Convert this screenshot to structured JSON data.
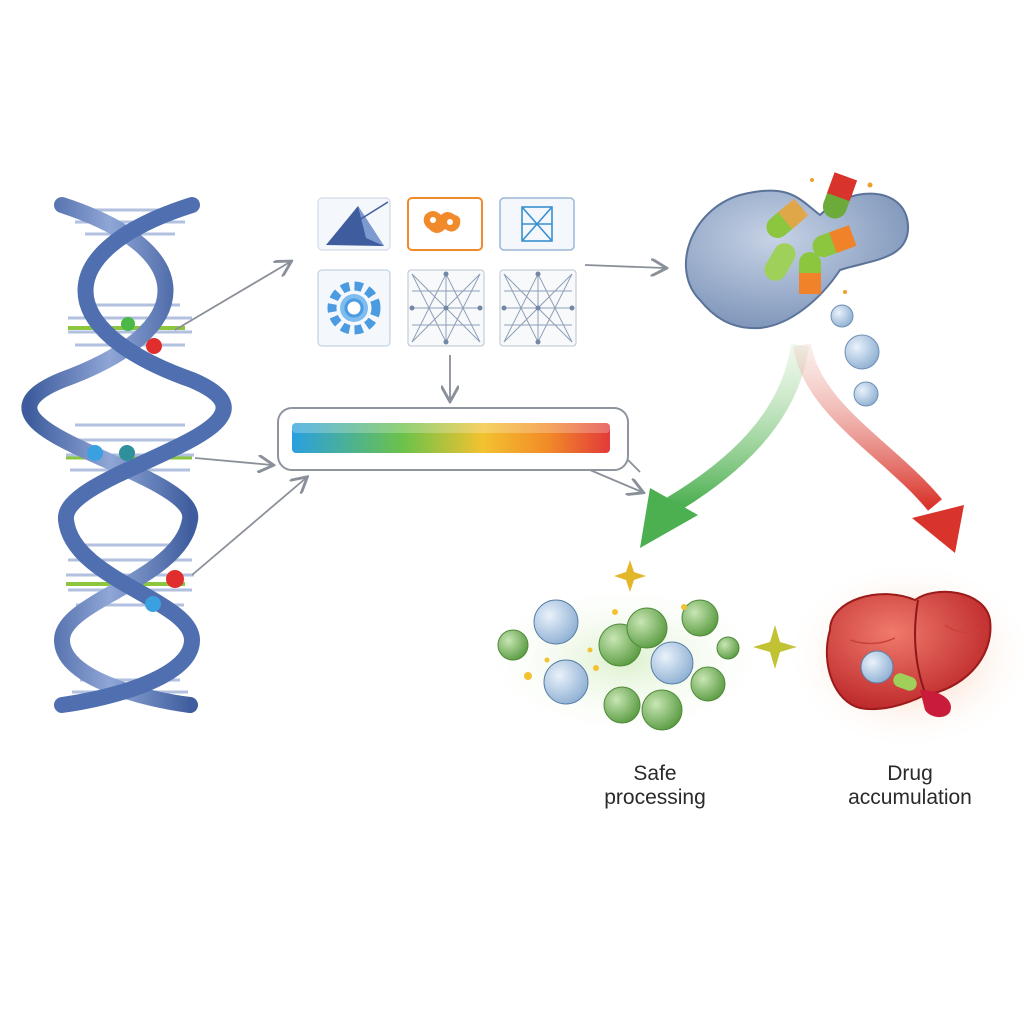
{
  "outcomes": {
    "safe": {
      "line1": "Safe",
      "line2": "processing",
      "color": "#4caf50"
    },
    "accumulation": {
      "line1": "Drug",
      "line2": "accumulation",
      "color": "#d9342b"
    }
  },
  "icons": {
    "dna": "dna-helix-icon",
    "panels": [
      "triangle-icon",
      "molecule-icon",
      "network-icon",
      "gear-icon",
      "lattice-icon",
      "lattice-icon"
    ],
    "enzyme": "enzyme-with-pills-icon",
    "cells": "green-cells-icon",
    "liver": "liver-icon"
  },
  "colors": {
    "helix": "#4f6fb0",
    "arrow": "#8a9099",
    "scale": [
      "#2a9fe0",
      "#6cc24a",
      "#f2c230",
      "#f28c28",
      "#e23a3a"
    ]
  }
}
